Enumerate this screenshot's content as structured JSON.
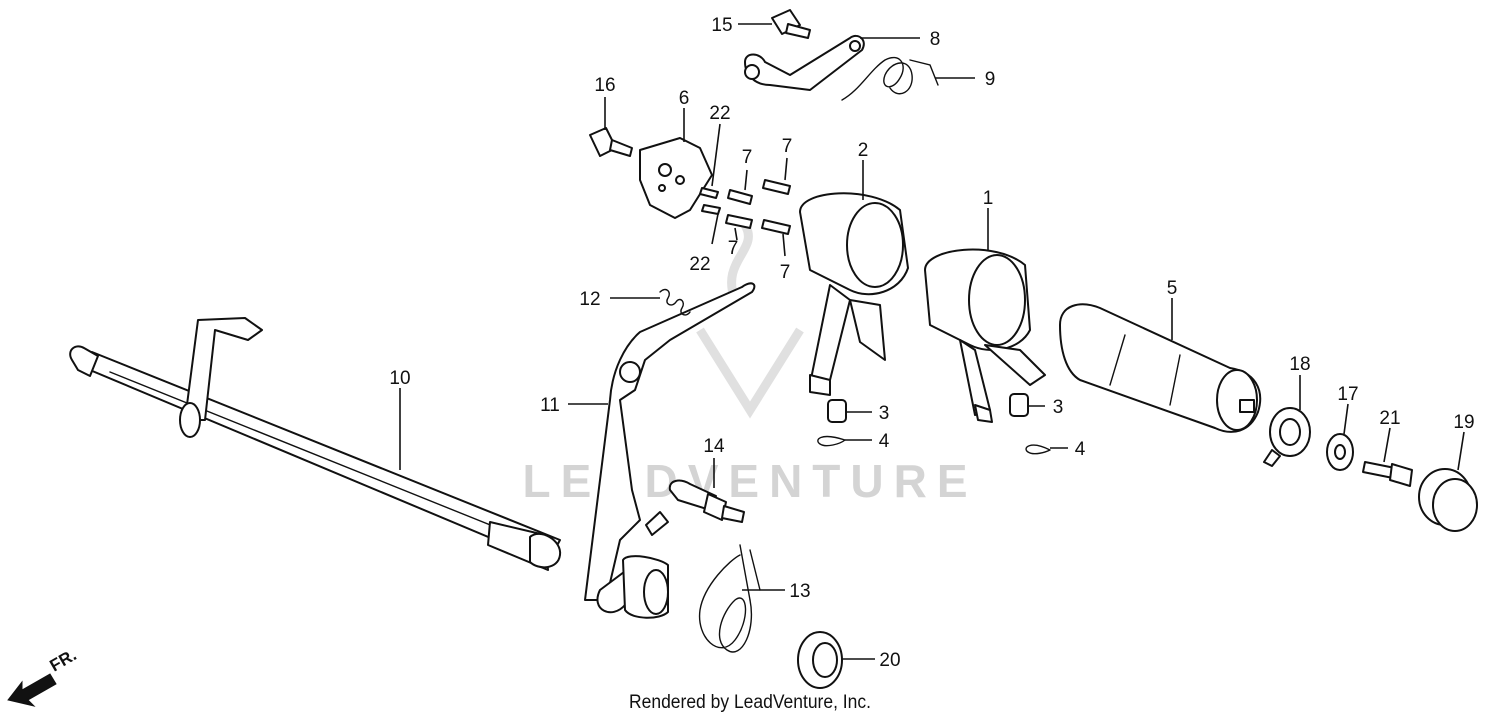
{
  "callouts": {
    "c1": "1",
    "c2": "2",
    "c3a": "3",
    "c3b": "3",
    "c4a": "4",
    "c4b": "4",
    "c5": "5",
    "c6": "6",
    "c7a": "7",
    "c7b": "7",
    "c7c": "7",
    "c7d": "7",
    "c8": "8",
    "c9": "9",
    "c10": "10",
    "c11": "11",
    "c12": "12",
    "c13": "13",
    "c14": "14",
    "c15": "15",
    "c16": "16",
    "c17": "17",
    "c18": "18",
    "c19": "19",
    "c20": "20",
    "c21": "21",
    "c22a": "22",
    "c22b": "22"
  },
  "direction_label": "FR.",
  "watermark": "LEADVENTURE",
  "credit": "Rendered by LeadVenture, Inc."
}
